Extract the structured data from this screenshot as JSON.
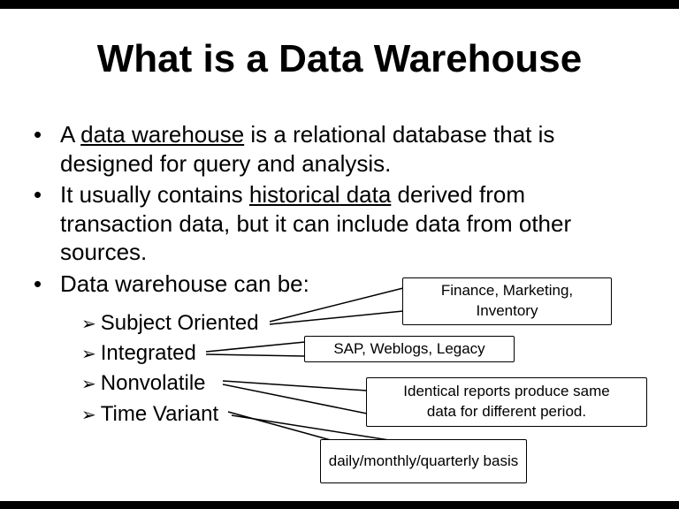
{
  "slide": {
    "title": "What is a Data Warehouse",
    "dot_bullet": "•",
    "arrow_bullet": "➢",
    "bullets": [
      {
        "pre": "A ",
        "underlined": "data warehouse",
        "post": " is a relational database that is designed for query and analysis."
      },
      {
        "pre": "It usually contains ",
        "underlined": "historical data",
        "post": " derived from transaction data, but it can include data from other sources."
      },
      {
        "pre": "Data warehouse can be:",
        "underlined": "",
        "post": ""
      }
    ],
    "sub_bullets": [
      {
        "label": "Subject Oriented"
      },
      {
        "label": "Integrated"
      },
      {
        "label": "Nonvolatile"
      },
      {
        "label": "Time Variant"
      }
    ],
    "callouts": [
      {
        "text": "Finance, Marketing, Inventory"
      },
      {
        "text": "SAP, Weblogs, Legacy"
      },
      {
        "text": "Identical reports produce same data for different period."
      },
      {
        "text": "daily/monthly/quarterly basis"
      }
    ],
    "colors": {
      "background": "#ffffff",
      "text": "#000000",
      "bar": "#000000"
    }
  }
}
